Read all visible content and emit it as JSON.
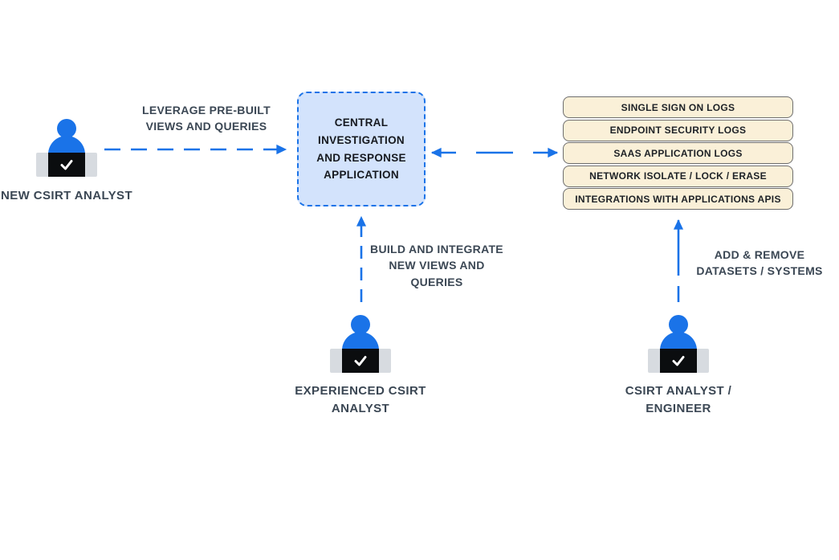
{
  "colors": {
    "accent_blue": "#1a73e8",
    "central_box_fill": "#d3e3fc",
    "stack_fill": "#faf0d8",
    "stack_border": "#6e6e6e",
    "label_text": "#3b4754",
    "desk_gray": "#d7dbe0",
    "laptop_black": "#0b0d0f",
    "background": "#ffffff"
  },
  "icons": {
    "checkmark": "check-on-laptop-screen",
    "person": "person-at-desk"
  },
  "central_box": {
    "label": "CENTRAL INVESTIGATION AND RESPONSE APPLICATION"
  },
  "stack": {
    "items": [
      "SINGLE SIGN ON LOGS",
      "ENDPOINT SECURITY LOGS",
      "SAAS APPLICATION LOGS",
      "NETWORK ISOLATE / LOCK / ERASE",
      "INTEGRATIONS WITH APPLICATIONS APIS"
    ]
  },
  "actors": {
    "new_analyst": {
      "label": "NEW CSIRT ANALYST"
    },
    "experienced_analyst": {
      "label": "EXPERIENCED CSIRT ANALYST"
    },
    "engineer": {
      "label": "CSIRT ANALYST / ENGINEER"
    }
  },
  "flows": {
    "leverage": {
      "label": "LEVERAGE PRE-BUILT VIEWS AND QUERIES"
    },
    "build": {
      "label": "BUILD AND INTEGRATE NEW VIEWS AND QUERIES"
    },
    "add_remove": {
      "label": "ADD & REMOVE DATASETS / SYSTEMS"
    }
  }
}
